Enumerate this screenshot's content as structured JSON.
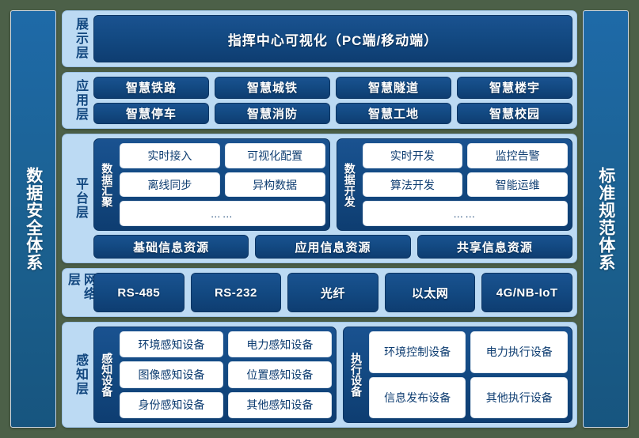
{
  "side_left": {
    "label": "数据安全体系"
  },
  "side_right": {
    "label": "标准规范体系"
  },
  "layers": {
    "presentation": {
      "label": "展示层",
      "bar": "指挥中心可视化（PC端/移动端）"
    },
    "application": {
      "label": "应用层",
      "row1": [
        "智慧铁路",
        "智慧城铁",
        "智慧隧道",
        "智慧楼宇"
      ],
      "row2": [
        "智慧停车",
        "智慧消防",
        "智慧工地",
        "智慧校园"
      ]
    },
    "platform": {
      "label": "平台层",
      "group_left": {
        "label": "数据汇聚",
        "row1": [
          "实时接入",
          "可视化配置"
        ],
        "row2": [
          "离线同步",
          "异构数据"
        ],
        "row3": [
          "……"
        ]
      },
      "group_right": {
        "label": "数据开发",
        "row1": [
          "实时开发",
          "监控告警"
        ],
        "row2": [
          "算法开发",
          "智能运维"
        ],
        "row3": [
          "……"
        ]
      },
      "resources": [
        "基础信息资源",
        "应用信息资源",
        "共享信息资源"
      ]
    },
    "network": {
      "label": "网络层",
      "items": [
        "RS-485",
        "RS-232",
        "光纤",
        "以太网",
        "4G/NB-IoT"
      ]
    },
    "perception": {
      "label": "感知层",
      "group_left": {
        "label": "感知设备",
        "row1": [
          "环境感知设备",
          "电力感知设备"
        ],
        "row2": [
          "图像感知设备",
          "位置感知设备"
        ],
        "row3": [
          "身份感知设备",
          "其他感知设备"
        ]
      },
      "group_right": {
        "label": "执行设备",
        "row1": [
          "环境控制设备",
          "电力执行设备"
        ],
        "row2": [
          "信息发布设备",
          "其他执行设备"
        ]
      }
    }
  },
  "colors": {
    "background": "#4c6048",
    "pillar": "#1b608f",
    "layer_panel": "#bcdaf3",
    "navy": "#134a83",
    "white_cell": "#ffffff",
    "label_text": "#12477f"
  }
}
